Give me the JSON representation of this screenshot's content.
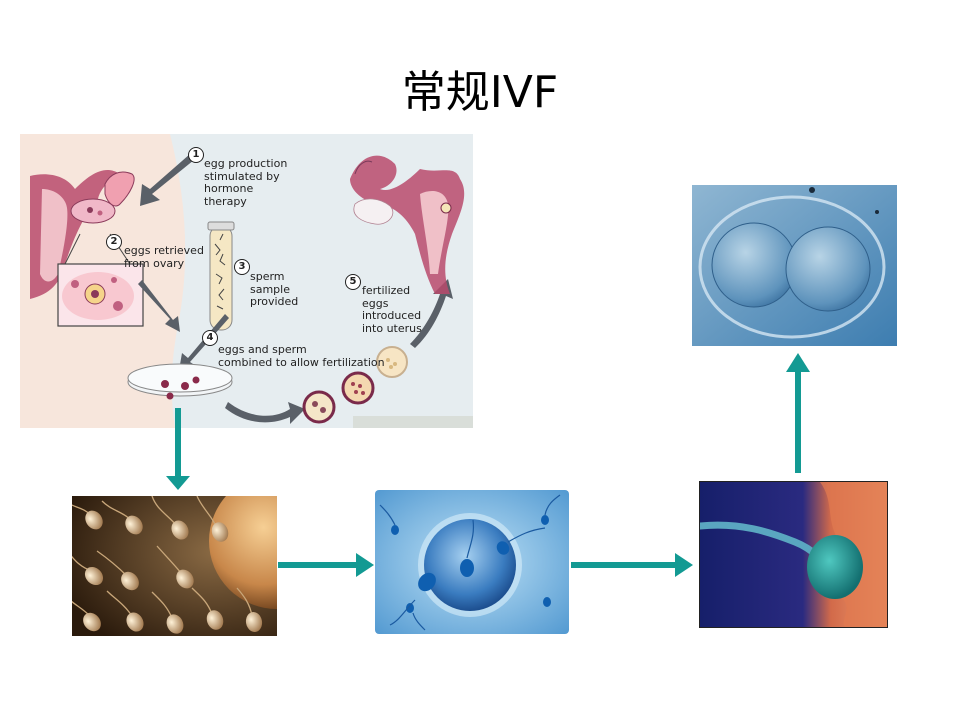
{
  "slide": {
    "title": "常规IVF"
  },
  "steps": [
    {
      "number": "1",
      "text": "egg production\nstimulated by\nhormone\ntherapy"
    },
    {
      "number": "2",
      "text": "eggs retrieved\nfrom ovary"
    },
    {
      "number": "3",
      "text": "sperm\nsample\nprovided"
    },
    {
      "number": "4",
      "text": "eggs and sperm\ncombined to allow fertilization"
    },
    {
      "number": "5",
      "text": "fertilized\neggs\nintroduced\ninto uterus"
    }
  ],
  "colors": {
    "arrow": "#139a93",
    "panel_bg": "#e6edf0",
    "body_pink": "#f7e6dc"
  }
}
